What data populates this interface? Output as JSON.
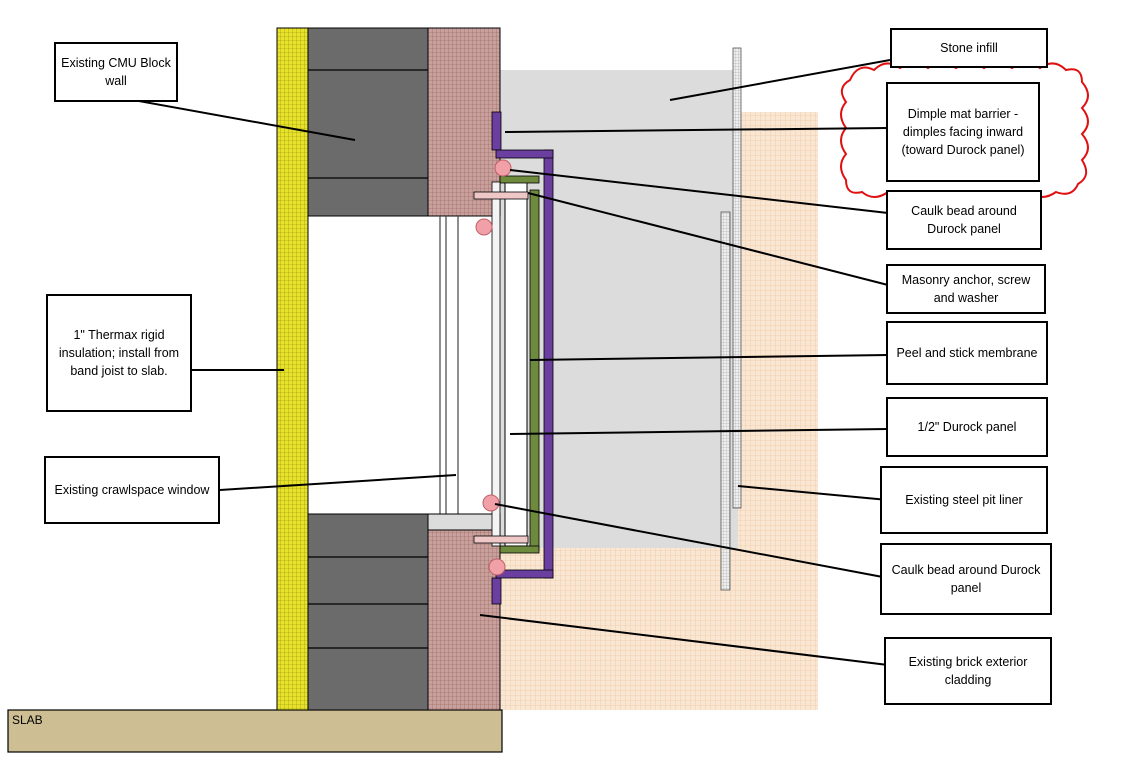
{
  "labels": {
    "cmu_wall": "Existing CMU Block wall",
    "insulation": "1\" Thermax rigid insulation; install from band joist to slab.",
    "window": "Existing crawlspace window",
    "stone": "Stone infill",
    "dimple": "Dimple mat barrier - dimples facing inward (toward Durock panel)",
    "caulk_top": "Caulk bead around Durock panel",
    "anchor": "Masonry anchor, screw and washer",
    "membrane": "Peel and stick membrane",
    "durock": "1/2\" Durock panel",
    "pit_liner": "Existing steel pit liner",
    "caulk_bottom": "Caulk bead around Durock panel",
    "brick": "Existing brick exterior cladding",
    "slab": "SLAB"
  },
  "colors": {
    "insulation": "#e8e22a",
    "cmu": "#6b6b6b",
    "brick": "#b88a86",
    "stone": "#dcdcdc",
    "soil": "#f7dcc0",
    "dimple_mat": "#6b3fa0",
    "membrane": "#6e8b3d",
    "caulk": "#f2a0a8",
    "pit_liner": "#c8c8c8",
    "slab": "#cdbf93",
    "revision_cloud": "#e01010"
  }
}
